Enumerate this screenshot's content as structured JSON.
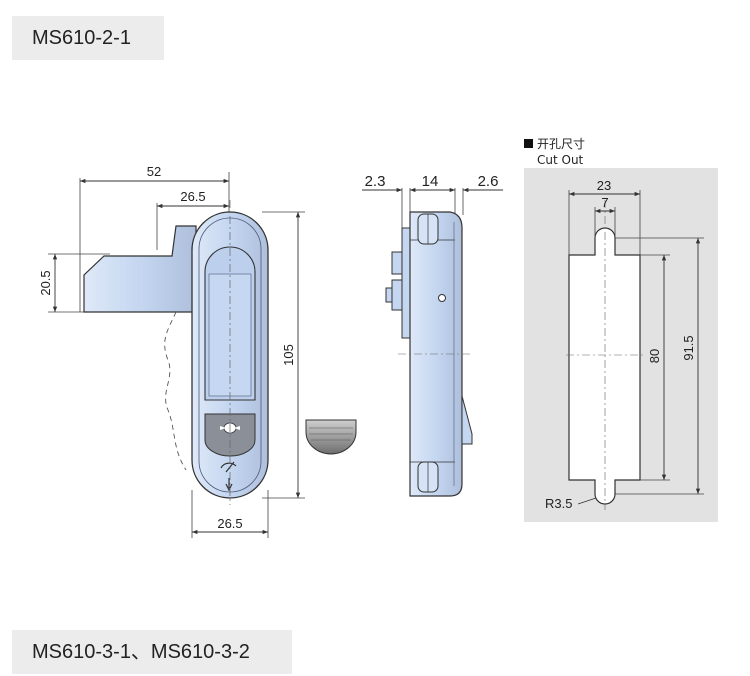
{
  "labels": {
    "top_model": "MS610-2-1",
    "bottom_models": "MS610-3-1、MS610-3-2"
  },
  "front_view": {
    "dim_width_total": "52",
    "dim_handle_half": "26.5",
    "dim_handle_height": "20.5",
    "dim_height": "105",
    "dim_bottom_width": "26.5"
  },
  "side_view": {
    "dim_left": "2.3",
    "dim_mid": "14",
    "dim_right": "2.6"
  },
  "cutout": {
    "title_cn": "开孔尺寸",
    "title_en": "Cut Out",
    "dim_width": "23",
    "dim_slot": "7",
    "dim_height_inner": "80",
    "dim_height_outer": "91.5",
    "dim_radius": "R3.5"
  },
  "colors": {
    "body_fill": "#c9daf2",
    "outline": "#333333",
    "panel": "#e2e2e2",
    "cap_fill": "#8a8a8a"
  }
}
